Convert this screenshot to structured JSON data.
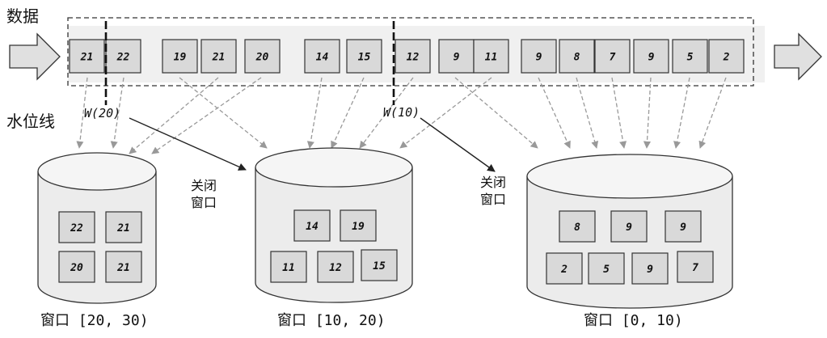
{
  "labels": {
    "data": "数据",
    "watermark": "水位线",
    "close_window_1_line1": "关闭",
    "close_window_1_line2": "窗口",
    "close_window_2_line1": "关闭",
    "close_window_2_line2": "窗口"
  },
  "stream": [
    "21",
    "22",
    "19",
    "21",
    "20",
    "14",
    "15",
    "12",
    "9",
    "11",
    "9",
    "8",
    "7",
    "9",
    "5",
    "2"
  ],
  "watermarks": [
    {
      "label": "W(20)"
    },
    {
      "label": "W(10)"
    }
  ],
  "windows": [
    {
      "title": "窗口 [20, 30)",
      "values": [
        "22",
        "21",
        "20",
        "21"
      ]
    },
    {
      "title": "窗口 [10, 20)",
      "values": [
        "14",
        "19",
        "11",
        "12",
        "15"
      ]
    },
    {
      "title": "窗口 [0, 10)",
      "values": [
        "8",
        "9",
        "9",
        "2",
        "5",
        "9",
        "7"
      ]
    }
  ],
  "colors": {
    "box_fill": "#d9d9d9",
    "stream_band": "#f0f0f0",
    "cylinder_fill": "#ececec",
    "line": "#333333",
    "dashed_arrow": "#999999",
    "arrow_fill": "#e0e0e0"
  }
}
